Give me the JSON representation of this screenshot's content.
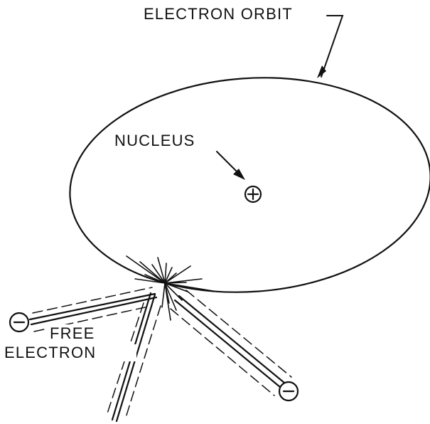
{
  "labels": {
    "orbit": "ELECTRON ORBIT",
    "nucleus": "NUCLEUS",
    "free_line1": "FREE",
    "free_line2": "ELECTRON"
  },
  "symbols": {
    "nucleus_charge": "+",
    "electron_charge": "−"
  },
  "colors": {
    "ink": "#111111",
    "background": "#ffffff"
  }
}
